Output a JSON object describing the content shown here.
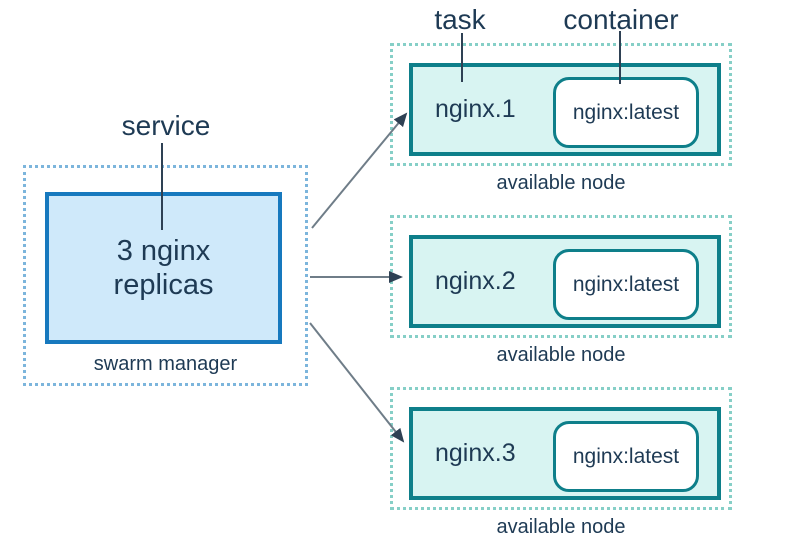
{
  "labels": {
    "service": "service",
    "task": "task",
    "container": "container"
  },
  "manager": {
    "lines": [
      "3 nginx",
      "replicas"
    ],
    "caption": "swarm manager"
  },
  "nodes": [
    {
      "task": "nginx.1",
      "container": "nginx:latest",
      "caption": "available node"
    },
    {
      "task": "nginx.2",
      "container": "nginx:latest",
      "caption": "available node"
    },
    {
      "task": "nginx.3",
      "container": "nginx:latest",
      "caption": "available node"
    }
  ],
  "colors": {
    "accent-blue": "#1779be",
    "fill-blue": "#cfe9fa",
    "dotted-blue": "#7cb5dc",
    "accent-teal": "#0e7f8a",
    "fill-teal": "#d8f4f2",
    "dotted-teal": "#86cfc7",
    "text-navy": "#1e3a54",
    "arrow-gray": "#6f7d88",
    "arrow-head": "#2e4154"
  }
}
